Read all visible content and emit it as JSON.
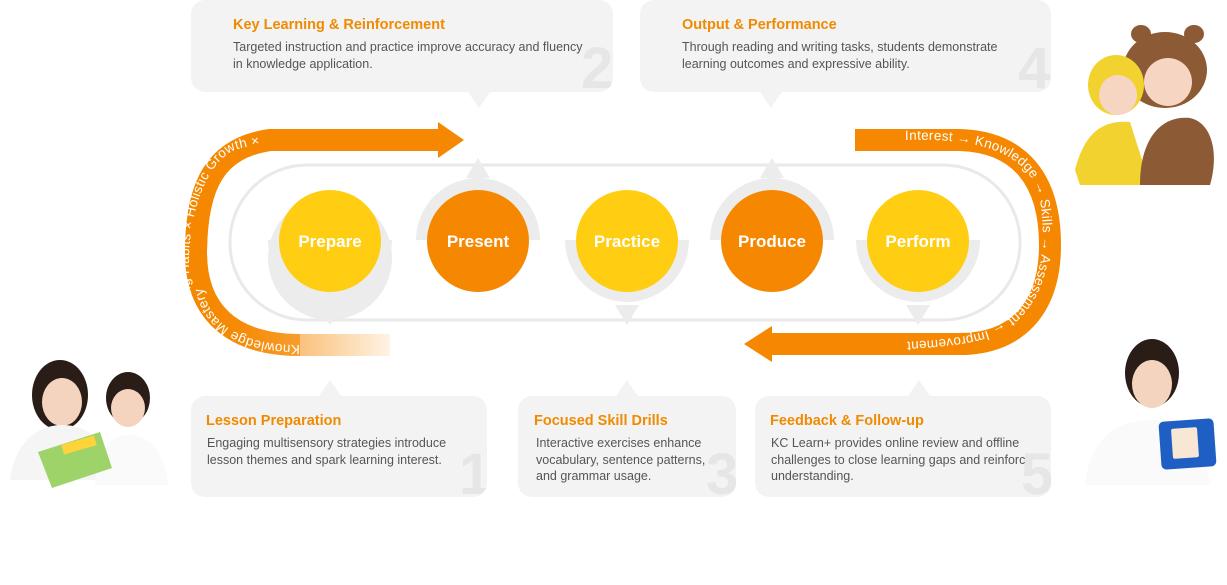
{
  "colors": {
    "orange": "#f58800",
    "yellow": "#ffcd12",
    "card_bg": "#f3f3f3",
    "title": "#f08a00",
    "text": "#555555"
  },
  "cycle_label_left": "Learning Habits × Holistic Growth × Knowledge Mastery",
  "cycle_label_right": "Interest → Knowledge → Skills → Assessment ← Improvement",
  "stages": [
    {
      "label": "Prepare",
      "color": "yellow"
    },
    {
      "label": "Present",
      "color": "orange"
    },
    {
      "label": "Practice",
      "color": "yellow"
    },
    {
      "label": "Produce",
      "color": "orange"
    },
    {
      "label": "Perform",
      "color": "yellow"
    }
  ],
  "cards": {
    "key_learning": {
      "title": "Key Learning & Reinforcement",
      "description": "Targeted instruction and practice improve accuracy and fluency in knowledge application.",
      "number": "2"
    },
    "output": {
      "title": "Output & Performance",
      "description": "Through reading and writing tasks, students demonstrate learning outcomes and expressive ability.",
      "number": "4"
    },
    "lesson_prep": {
      "title": "Lesson Preparation",
      "description": "Engaging multisensory strategies introduce lesson themes and spark learning interest.",
      "number": "1"
    },
    "skill_drills": {
      "title": "Focused Skill Drills",
      "description": "Interactive exercises enhance vocabulary, sentence patterns, and grammar usage.",
      "number": "3"
    },
    "feedback": {
      "title": "Feedback & Follow-up",
      "description": "KC Learn+ provides online review and offline challenges to close learning gaps and reinforce understanding.",
      "number": "5"
    }
  }
}
